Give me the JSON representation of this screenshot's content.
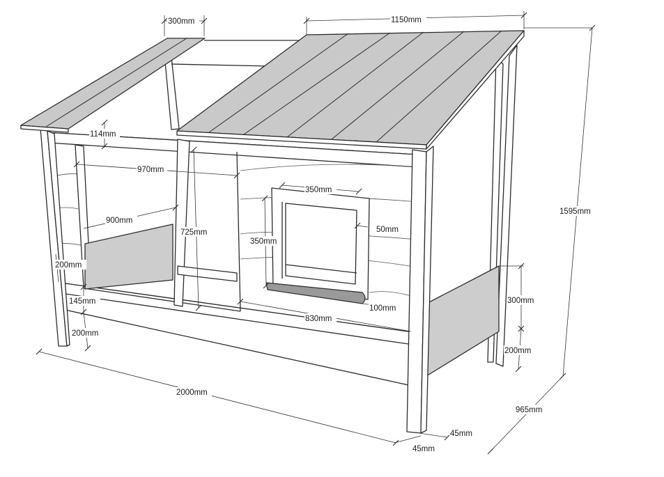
{
  "dimensions": {
    "overhang_roof_width": "300mm",
    "roof_length": "1150mm",
    "overall_height": "1595mm",
    "top_beam": "114mm",
    "inner_length": "970mm",
    "window_width": "350mm",
    "window_frame": "50mm",
    "wall_height": "725mm",
    "side_panel_length": "900mm",
    "window_height": "350mm",
    "panel_height_left": "200mm",
    "rail_height": "145mm",
    "leg_height_left": "200mm",
    "sill_depth": "100mm",
    "window_offset": "830mm",
    "side_panel_height": "300mm",
    "leg_height_right": "200mm",
    "overall_length": "2000mm",
    "overall_width": "965mm",
    "post_depth": "45mm",
    "post_width": "45mm"
  }
}
